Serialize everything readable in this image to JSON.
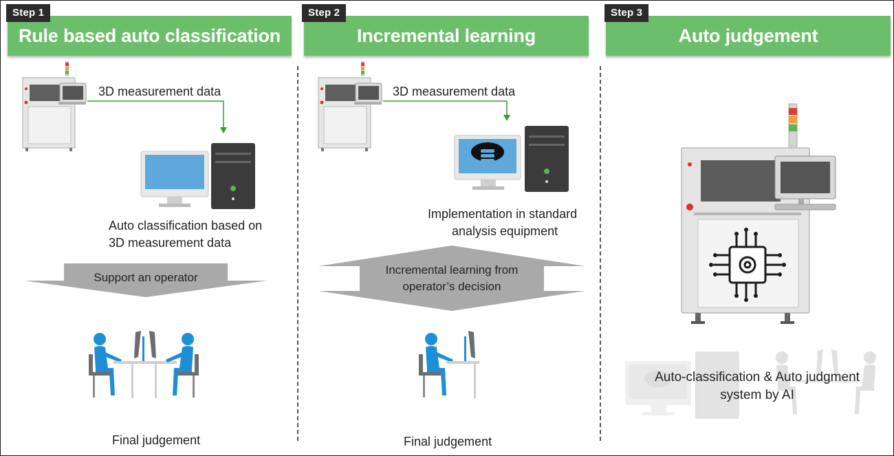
{
  "steps": [
    {
      "tag": "Step 1",
      "title": "Rule based auto classification",
      "data_label": "3D measurement data",
      "description_line1": "Auto classification based on",
      "description_line2": "3D measurement data",
      "arrow_label": "Support an operator",
      "result": "Final judgement"
    },
    {
      "tag": "Step 2",
      "title": "Incremental learning",
      "data_label": "3D measurement data",
      "description_line1": "Implementation in standard",
      "description_line2": "analysis equipment",
      "arrow_label_line1": "Incremental learning from",
      "arrow_label_line2": "operator’s decision",
      "result": "Final judgement"
    },
    {
      "tag": "Step 3",
      "title": "Auto judgement",
      "description_line1": "Auto-classification & Auto judgment",
      "description_line2": "system by AI"
    }
  ],
  "colors": {
    "banner_green": "#6cbf6a",
    "tag_dark": "#2b2b2b",
    "person_blue": "#1e8fd6",
    "arrow_line_green": "#3a9a3a",
    "arrow_gray": "#a9a9a9",
    "monitor_screen": "#5ea8dc"
  }
}
